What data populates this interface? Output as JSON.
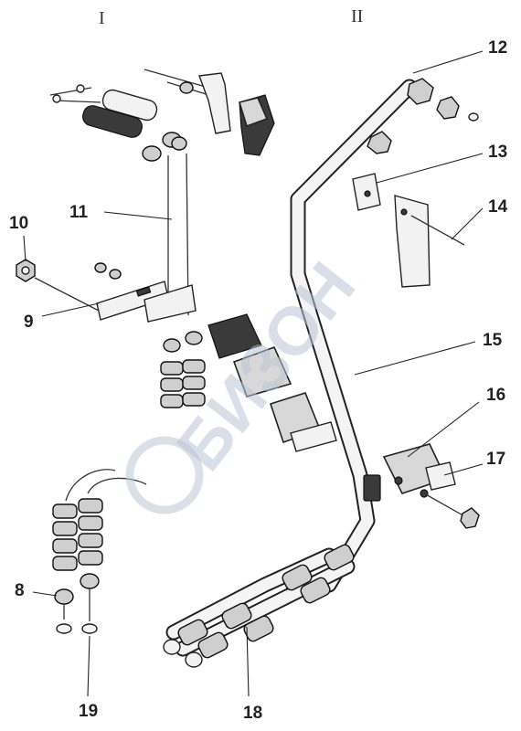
{
  "diagram": {
    "group_labels": {
      "left": "I",
      "right": "II"
    },
    "callouts": {
      "c8": "8",
      "c9": "9",
      "c10": "10",
      "c11": "11",
      "c12": "12",
      "c13": "13",
      "c14": "14",
      "c15": "15",
      "c16": "16",
      "c17": "17",
      "c18": "18",
      "c19": "19"
    },
    "watermark": "БИЗОН"
  },
  "colors": {
    "ink": "#222222",
    "paper": "#ffffff",
    "watermark": "#b9c6d6"
  }
}
